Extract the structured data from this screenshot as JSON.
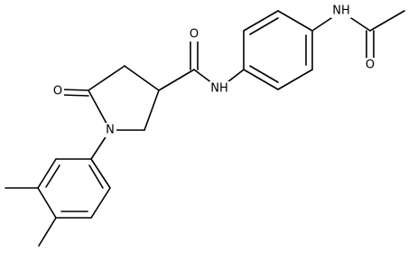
{
  "atoms": [
    {
      "id": "o_lactam",
      "label": "O"
    },
    {
      "id": "n_ring",
      "label": "N"
    },
    {
      "id": "o_amide",
      "label": "O"
    },
    {
      "id": "nh_amide",
      "label": "NH"
    },
    {
      "id": "nh_acetamido",
      "label": "NH"
    },
    {
      "id": "o_acetyl",
      "label": "O"
    }
  ]
}
